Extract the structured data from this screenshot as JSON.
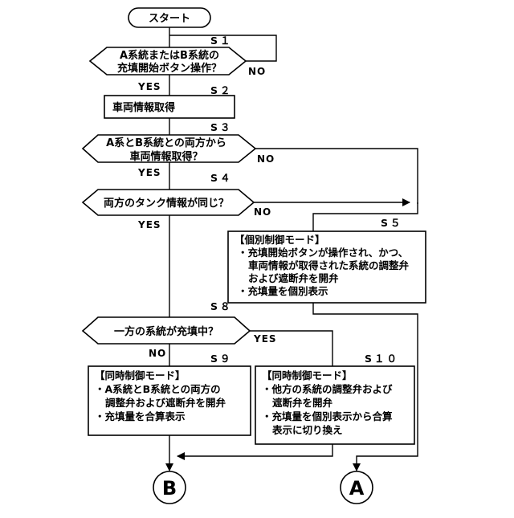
{
  "start": "スタート",
  "steps": {
    "s1": "S１",
    "s2": "S２",
    "s3": "S３",
    "s4": "S４",
    "s5": "S５",
    "s8": "S８",
    "s9": "S９",
    "s10": "S１０"
  },
  "decisions": {
    "s1": [
      "A系統またはB系統の",
      "充填開始ボタン操作？"
    ],
    "s3": [
      "A系とB系統との両方から",
      "車両情報取得？"
    ],
    "s4": [
      "両方のタンク情報が同じ？"
    ],
    "s8": [
      "一方の系統が充填中？"
    ]
  },
  "processes": {
    "s2": [
      "車両情報取得"
    ],
    "s5": [
      "【個別制御モード】",
      "・充填開始ボタンが操作され、かつ、",
      "車両情報が取得された系統の調整弁",
      "および遮断弁を開弁",
      "・充填量を個別表示"
    ],
    "s9": [
      "【同時制御モード】",
      "・A系統とB系統との両方の",
      "調整弁および遮断弁を開弁",
      "・充填量を合算表示"
    ],
    "s10": [
      "【同時制御モード】",
      "・他方の系統の調整弁および",
      "遮断弁を開弁",
      "・充填量を個別表示から合算",
      "表示に切り換え"
    ]
  },
  "branches": {
    "yes": "YES",
    "no": "NO"
  },
  "connectors": {
    "a": "A",
    "b": "B"
  }
}
